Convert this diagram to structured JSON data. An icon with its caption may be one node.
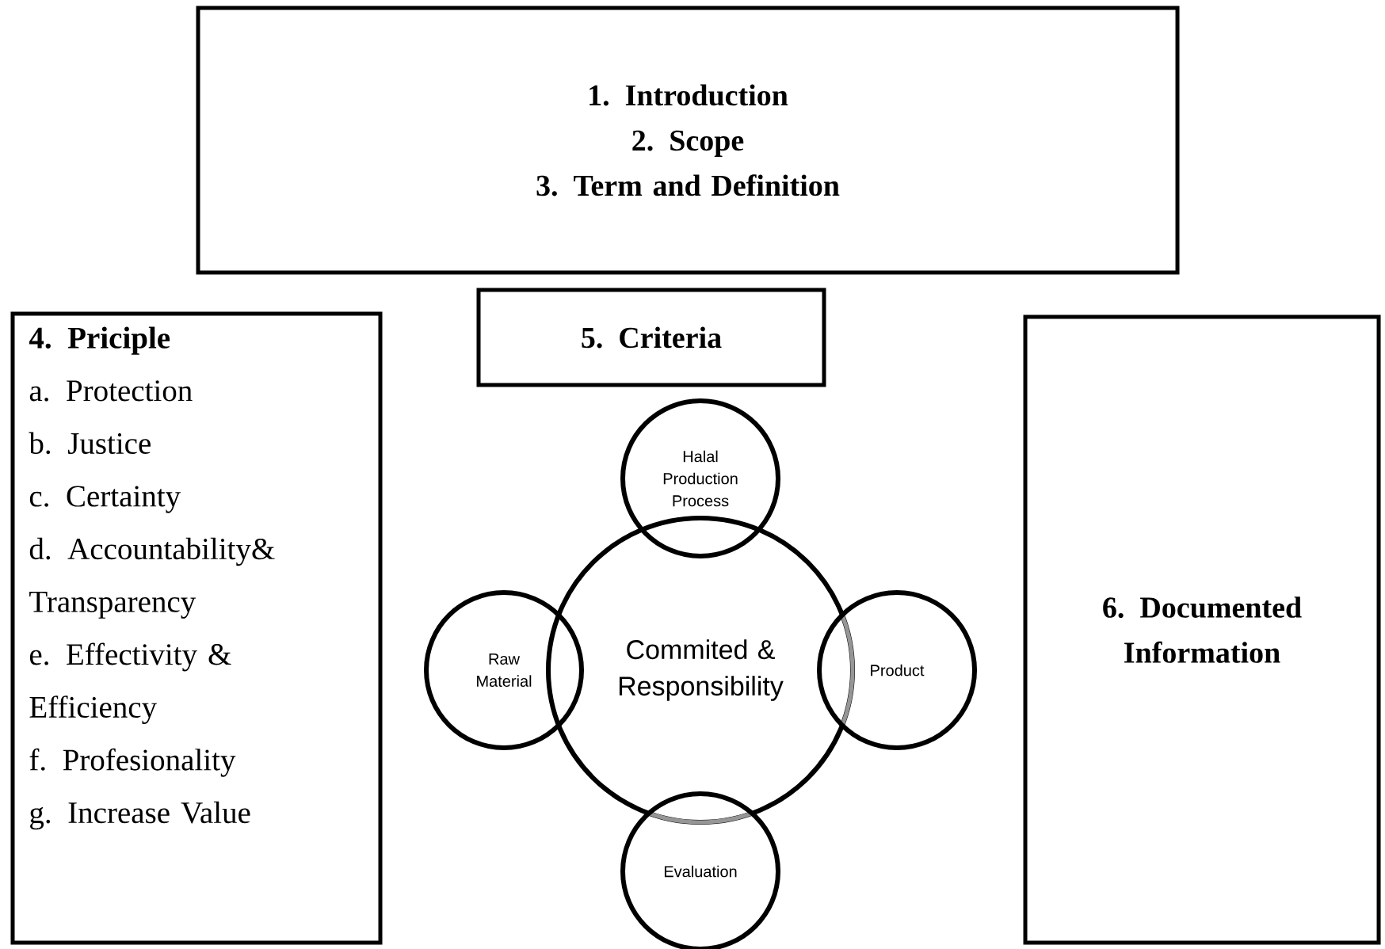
{
  "diagram": {
    "nodes": [
      {
        "text": [
          "1. Introduction",
          "2. Scope",
          "3. Term and Definition"
        ]
      },
      {
        "text": [
          "4. Priciple",
          "a. Protection",
          "b. Justice",
          "c. Certainty",
          "d. Accountability& Transparency",
          "e. Effectivity & Efficiency",
          "f. Profesionality",
          "g. Increase Value"
        ]
      },
      {
        "text": [
          "5. Criteria"
        ]
      },
      {
        "text": [
          "Halal Production Process"
        ]
      },
      {
        "text": [
          "Raw Material"
        ]
      },
      {
        "text": [
          "Commited & Responsibility"
        ]
      },
      {
        "text": [
          "Product"
        ]
      },
      {
        "text": [
          "Evaluation"
        ]
      },
      {
        "text": [
          "6. Documented Information"
        ]
      }
    ]
  }
}
